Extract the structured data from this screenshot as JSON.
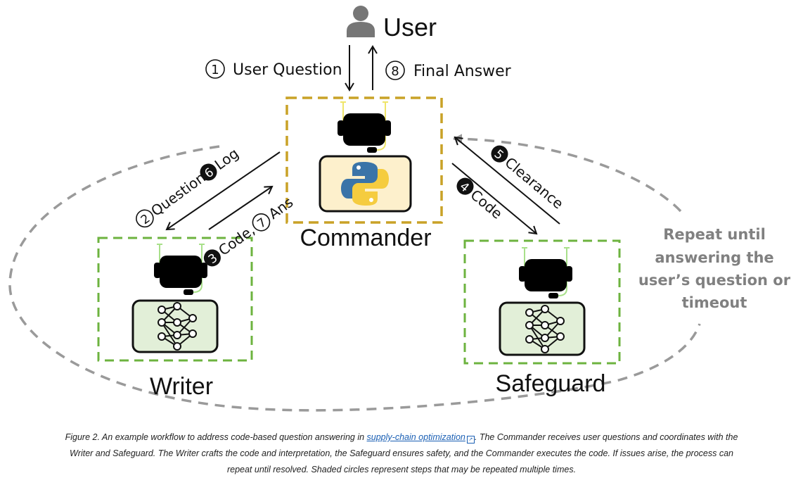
{
  "figure": {
    "user_label": "User",
    "edges": {
      "step1": {
        "num": "1",
        "text": "User Question",
        "filled": false
      },
      "step8": {
        "num": "8",
        "text": "Final Answer",
        "filled": false
      },
      "step2": {
        "num": "2",
        "text": "Question,",
        "filled": false
      },
      "step6": {
        "num": "6",
        "text": "Log",
        "filled": true
      },
      "step3": {
        "num": "3",
        "text": "Code,",
        "filled": true
      },
      "step7": {
        "num": "7",
        "text": "Ans",
        "filled": false
      },
      "step4": {
        "num": "4",
        "text": "Code",
        "filled": true
      },
      "step5": {
        "num": "5",
        "text": "Clearance",
        "filled": true
      }
    },
    "nodes": {
      "commander": {
        "label": "Commander",
        "tool": "python-logo",
        "color": "#c9a227"
      },
      "writer": {
        "label": "Writer",
        "tool": "neural-network",
        "color": "#6db33f"
      },
      "safeguard": {
        "label": "Safeguard",
        "tool": "neural-network",
        "color": "#6db33f"
      }
    },
    "loop_note": [
      "Repeat until",
      "answering the",
      "user’s question or",
      "timeout"
    ]
  },
  "caption": {
    "prefix": "Figure 2. An example workflow to address code-based question answering in ",
    "link_text": "supply-chain optimization",
    "line1_suffix": ". The Commander receives user questions and coordinates with the",
    "line2": "Writer and Safeguard. The Writer crafts the code and interpretation, the Safeguard ensures safety, and the Commander executes the code. If issues arise, the process can",
    "line3": "repeat until resolved. Shaded circles represent steps that may be repeated multiple times."
  }
}
